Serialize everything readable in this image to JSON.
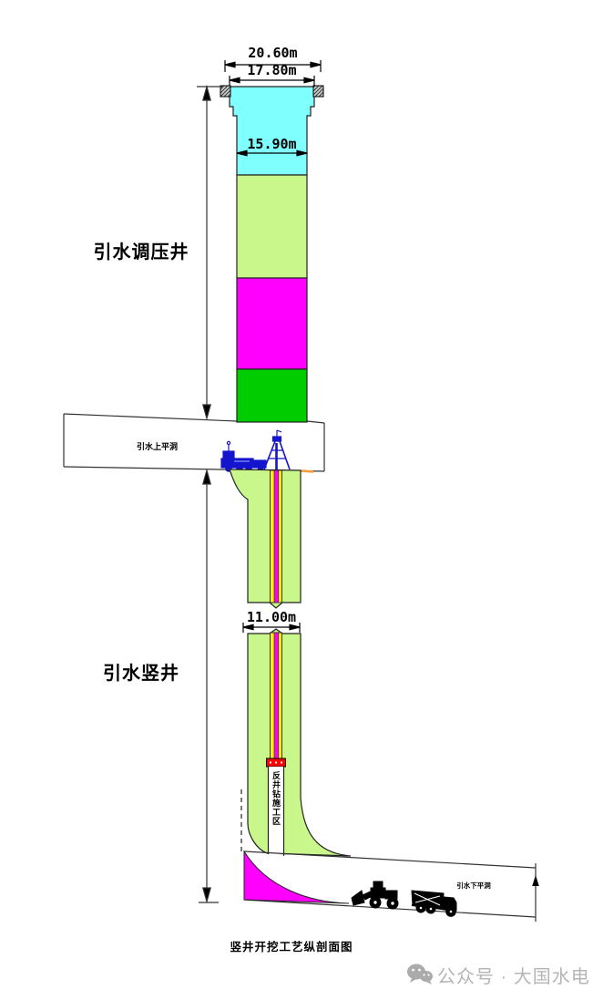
{
  "caption": "竖井开挖工艺纵剖面图",
  "watermark": {
    "icon": "wechat-icon",
    "text": "公众号 · 大国水电"
  },
  "labels": {
    "surge_shaft": "引水调压井",
    "diversion_shaft": "引水竖井",
    "upper_adit": "引水上平洞",
    "lower_adit": "引水下平洞",
    "raise_bore_zone": "反井钻施工区"
  },
  "dimensions": {
    "collar_outer_width": "20.60m",
    "collar_inner_width": "17.80m",
    "surge_shaft_diameter": "15.90m",
    "shaft_diameter": "11.00m"
  },
  "colors": {
    "collar_lining_cyan": "#80FFFF",
    "excavation_light_green": "#C9F78C",
    "excavation_magenta": "#FF00FF",
    "excavation_green": "#00CC00",
    "pilot_hole_yellow": "#FFEE00",
    "pilot_hole_magenta": "#FF00FF",
    "reamer_bit_red": "#FF0000",
    "equipment_blue": "#1414CC",
    "muck_pile_magenta": "#FF00FF",
    "floor_marker_orange": "#FF9933",
    "watermark_gray": "#B5B5B5"
  }
}
